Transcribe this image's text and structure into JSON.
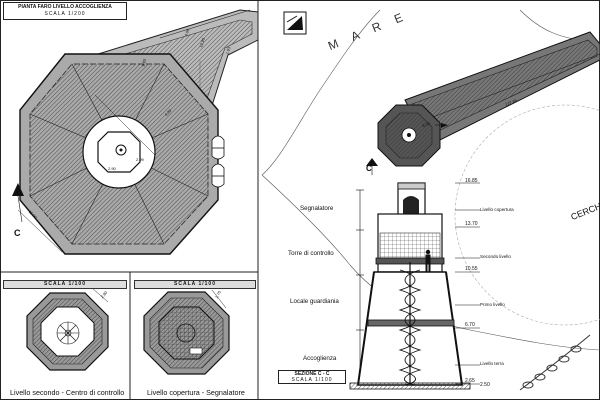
{
  "plan": {
    "title_line1": "PIANTA FARO LIVELLO ACCOGLIENZA",
    "title_line2": "SCALA 1/200",
    "dims": [
      "4.06",
      "12.95",
      "4.30",
      "2.90",
      "2.99",
      "11.00",
      "9.65",
      "1.93"
    ],
    "section_marker": "C"
  },
  "small_left": {
    "scale": "SCALA 1/100",
    "caption": "Livello secondo - Centro di controllo",
    "dim": "2.80"
  },
  "small_right": {
    "scale": "SCALA 1/100",
    "caption": "Livello copertura - Segnalatore",
    "dim": "1.70"
  },
  "site": {
    "sea_label": "M A R E",
    "side_label": "CERCHI",
    "section_marker": "C",
    "dims": [
      "127.66",
      "9.10"
    ]
  },
  "section": {
    "title_line1": "SEZIONE  C - C",
    "title_line2": "SCALA 1/100",
    "zones": [
      "Segnalatore",
      "Torre di controllo",
      "Locale guardiania",
      "Accoglienza"
    ],
    "elevations": [
      "16.85",
      "13.70",
      "10.55",
      "6.70",
      "2.65",
      "2.50"
    ],
    "levels": [
      "Livello copertura",
      "Secondo livello",
      "Primo livello",
      "Livello terra"
    ]
  }
}
